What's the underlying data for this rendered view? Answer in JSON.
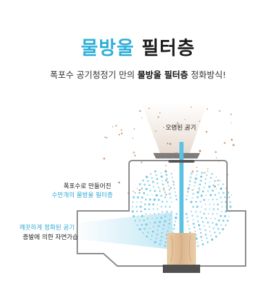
{
  "title": {
    "accent": "물방울",
    "rest": "필터층"
  },
  "subtitle": {
    "prefix": "폭포수 공기청정기 만의 ",
    "bold": "물방울 필터층",
    "suffix": " 정화방식!"
  },
  "diagram": {
    "label_polluted_air": "오염된 공기",
    "label_filter_line1": "폭포수로 만들어진",
    "label_filter_line2": "수만개의 물방울 필터층",
    "label_clean_line1": "깨끗하게 정화된 공기",
    "label_clean_line2": "증발에 의한 자연가습"
  },
  "colors": {
    "accent": "#2fb0d8",
    "dust": "#c8804a",
    "droplet": "#5fc0e0",
    "wood": "#e6c7a2"
  }
}
